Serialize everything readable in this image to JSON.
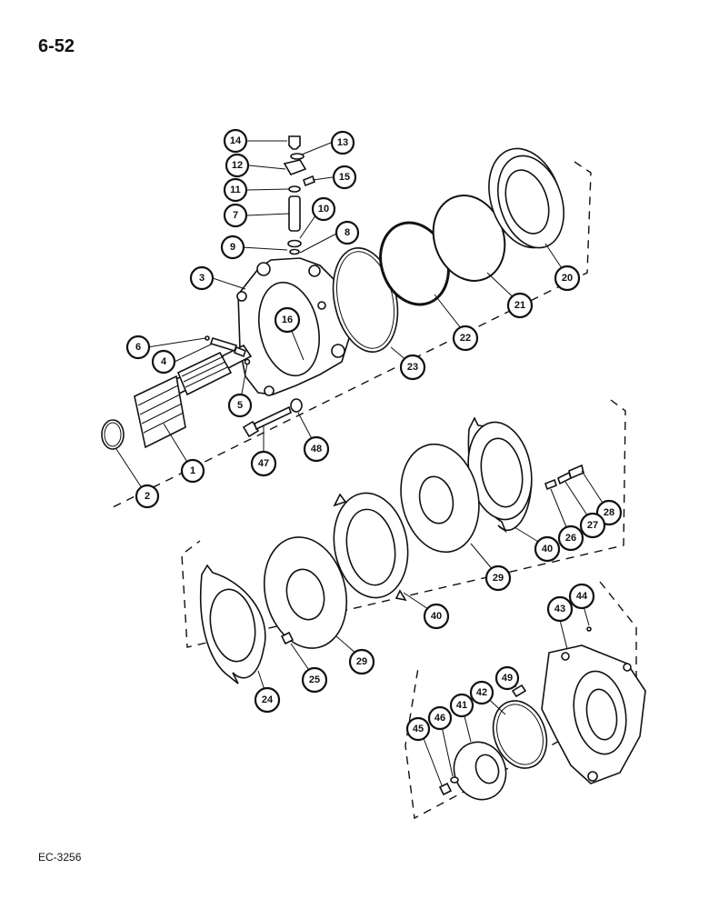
{
  "page_number": "6-52",
  "figure_code": "EC-3256",
  "callouts": [
    "14",
    "13",
    "12",
    "15",
    "11",
    "10",
    "7",
    "9",
    "8",
    "3",
    "20",
    "21",
    "22",
    "23",
    "16",
    "6",
    "4",
    "5",
    "47",
    "48",
    "2",
    "1",
    "28",
    "27",
    "26",
    "40",
    "29",
    "40",
    "29",
    "25",
    "24",
    "43",
    "44",
    "49",
    "42",
    "41",
    "46",
    "45"
  ]
}
